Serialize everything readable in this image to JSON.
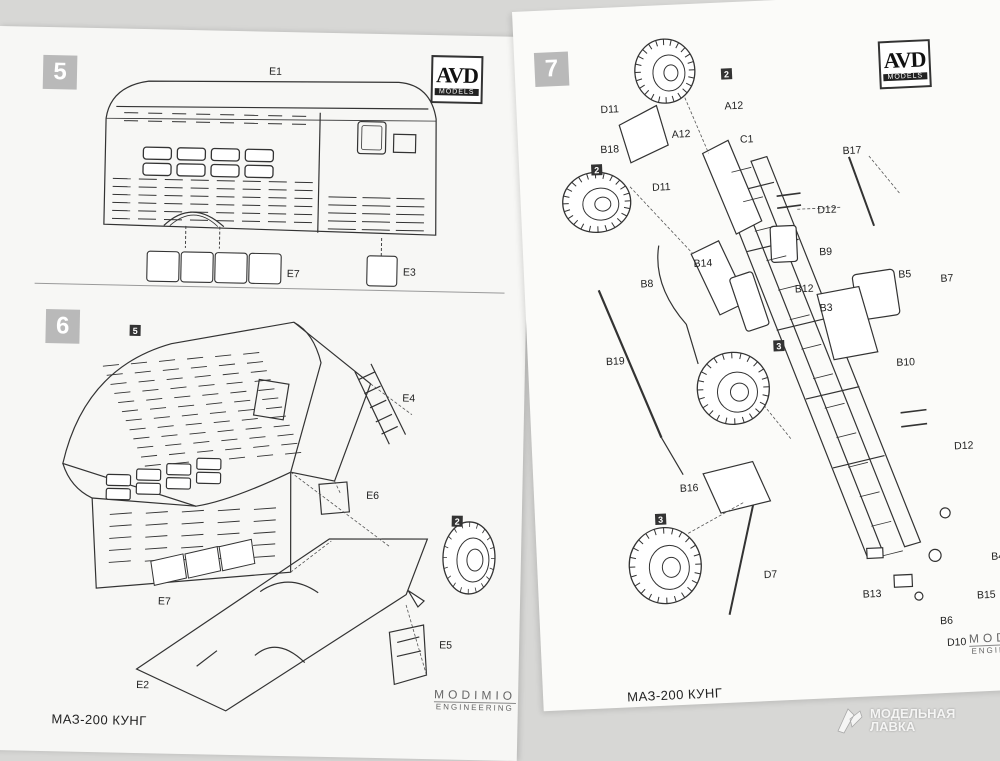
{
  "left_page": {
    "step5": {
      "number": "5",
      "labels": {
        "e1": "E1",
        "e7": "E7",
        "e3": "E3"
      }
    },
    "step6": {
      "number": "6",
      "ref_box": "5",
      "wheel_ref": "2",
      "labels": {
        "e4": "E4",
        "e6": "E6",
        "e7": "E7",
        "e5": "E5",
        "e2": "E2"
      }
    },
    "logo": {
      "main": "AVD",
      "sub": "MODELS"
    },
    "brand": {
      "line1": "MODIMIO",
      "line2": "ENGINEERING"
    },
    "footer_title": "МАЗ-200 КУНГ"
  },
  "right_page": {
    "step7": {
      "number": "7",
      "refs": {
        "wheel_top": "2",
        "wheel_left": "2",
        "wheel_mid": "3",
        "wheel_bottom": "3"
      },
      "labels": {
        "d11a": "D11",
        "a12a": "A12",
        "b18": "B18",
        "a12b": "A12",
        "c1": "C1",
        "b17": "B17",
        "d11b": "D11",
        "d12a": "D12",
        "b9": "B9",
        "b14": "B14",
        "b8": "B8",
        "b12": "B12",
        "b5": "B5",
        "b7": "B7",
        "b3": "B3",
        "b19": "B19",
        "b10": "B10",
        "d12b": "D12",
        "b16": "B16",
        "b4": "B4",
        "d7": "D7",
        "b13": "B13",
        "b15": "B15",
        "b6": "B6",
        "d10": "D10"
      }
    },
    "logo": {
      "main": "AVD",
      "sub": "MODELS"
    },
    "brand": {
      "line1": "MODIMIO",
      "line2": "ENGINEERING"
    },
    "footer_title": "МАЗ-200 КУНГ"
  },
  "watermark": {
    "line1": "МОДЕЛЬНАЯ",
    "line2": "ЛАВКА"
  },
  "colors": {
    "line": "#333333",
    "badge": "#b9b9b9",
    "paper": "#f7f7f5"
  }
}
